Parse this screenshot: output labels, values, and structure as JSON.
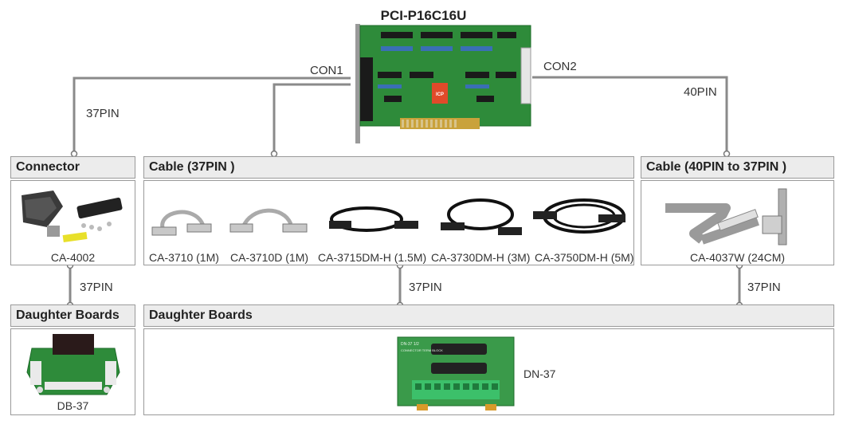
{
  "title": "PCI-P16C16U",
  "board_labels": {
    "con1": "CON1",
    "con2": "CON2",
    "pin40": "40PIN",
    "pin37_top": "37PIN"
  },
  "sections": {
    "connector": {
      "header": "Connector",
      "item": "CA-4002"
    },
    "cable37": {
      "header": "Cable (37PIN )",
      "items": [
        "CA-3710 (1M)",
        "CA-3710D (1M)",
        "CA-3715DM-H (1.5M)",
        "CA-3730DM-H (3M)",
        "CA-3750DM-H (5M)"
      ]
    },
    "cable40": {
      "header": "Cable (40PIN  to 37PIN )",
      "item": "CA-4037W (24CM)"
    },
    "daughter_left": {
      "header": "Daughter Boards",
      "item": "DB-37"
    },
    "daughter_main": {
      "header": "Daughter Boards",
      "item": "DN-37"
    }
  },
  "pin_labels": {
    "left": "37PIN",
    "middle": "37PIN",
    "right": "37PIN"
  },
  "board_silkscreen": {
    "logo": "ICP DAS",
    "dn37_title": "DN-37 1/2",
    "dn37_sub": "CONNECTOR TERM BLOCK"
  },
  "colors": {
    "pcb_green": "#2e8b3a",
    "line": "#8a8a8a",
    "header_bg": "#ececec",
    "connector_dark": "#1a1a1a"
  }
}
